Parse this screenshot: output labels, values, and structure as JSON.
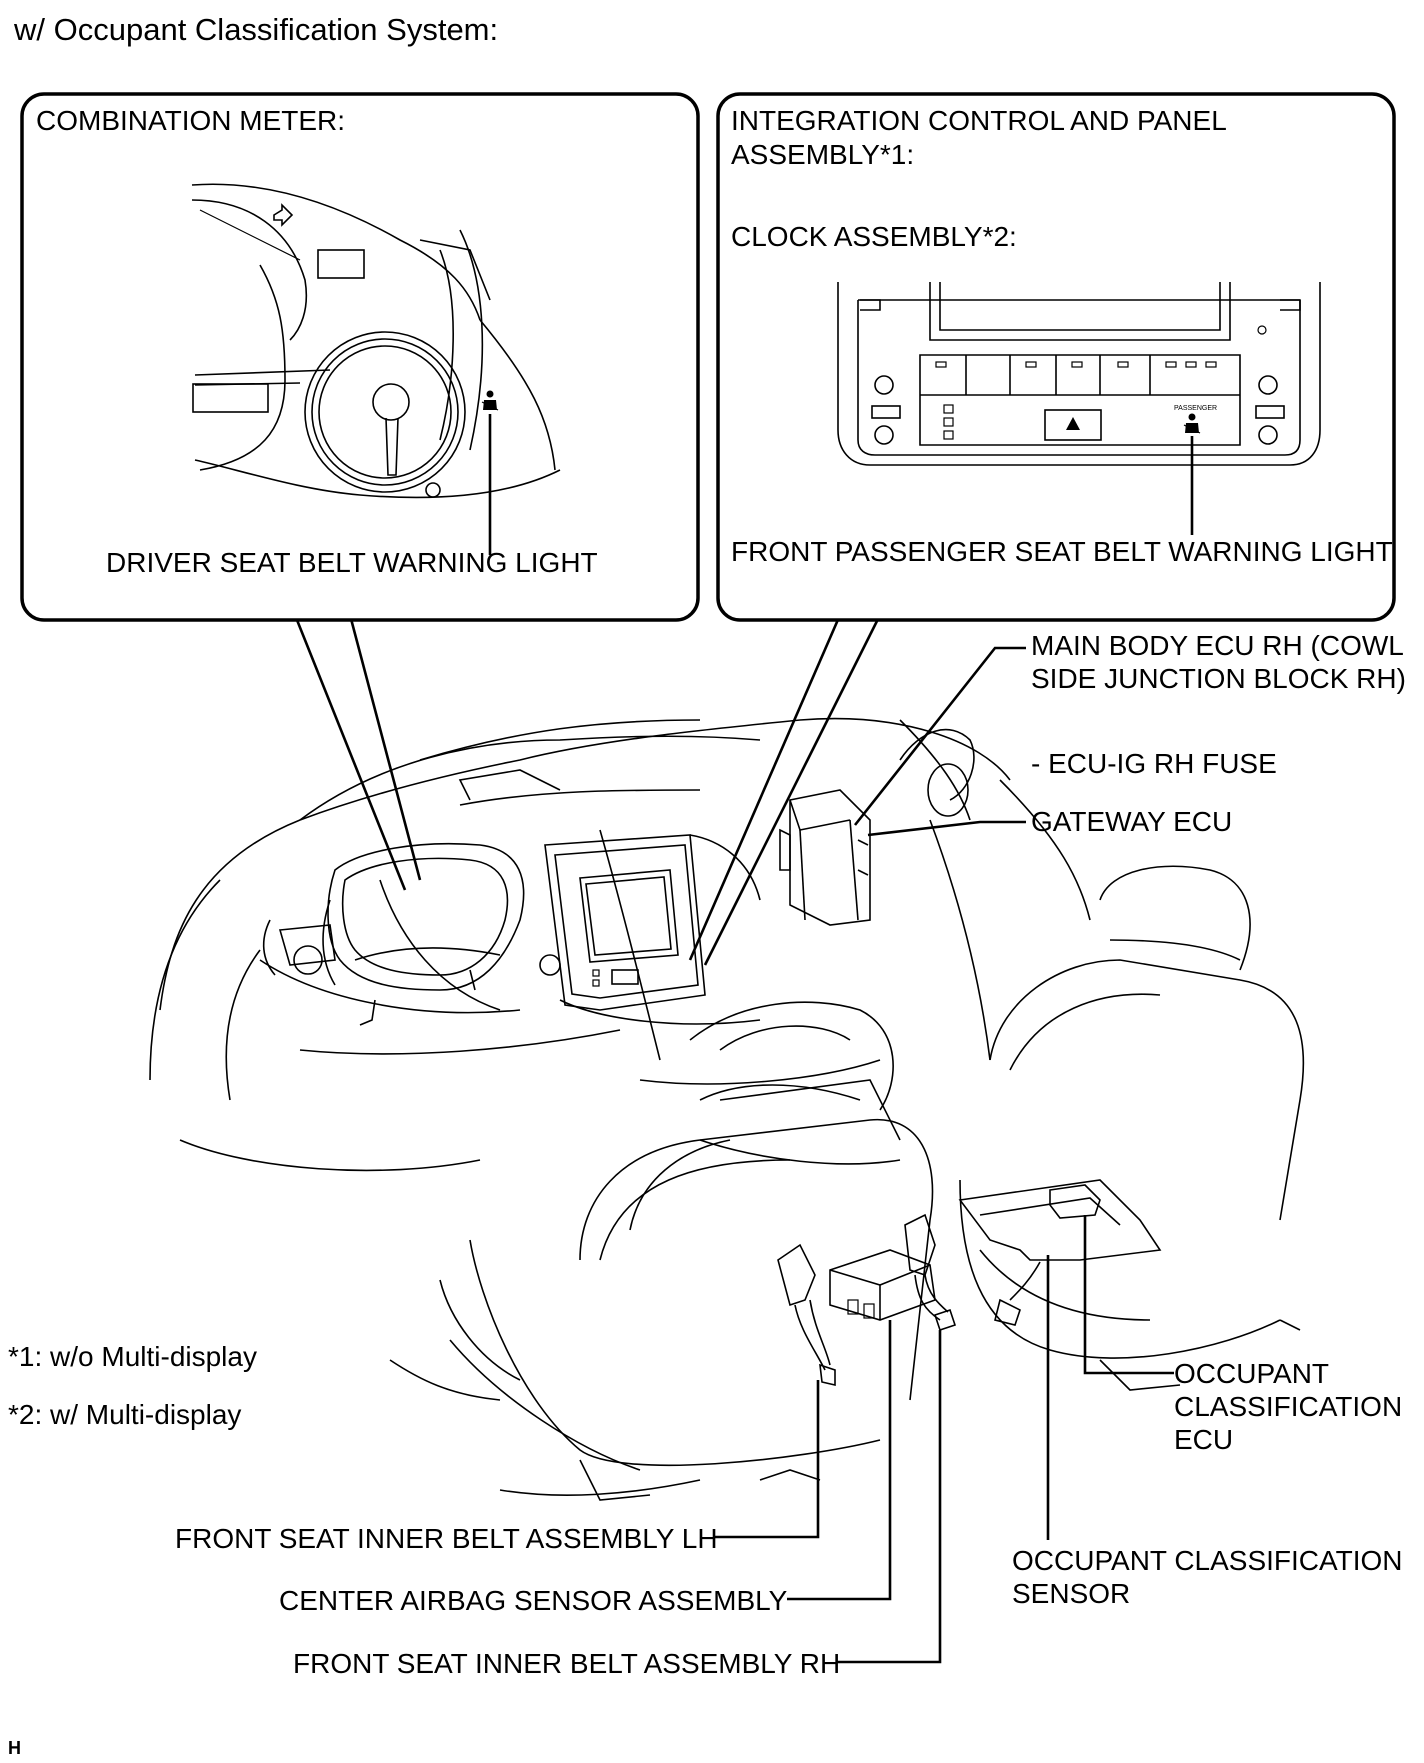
{
  "title": "w/ Occupant Classification System:",
  "callouts": {
    "combination_meter": {
      "heading": "COMBINATION METER:",
      "label": "DRIVER SEAT BELT WARNING LIGHT"
    },
    "integration_panel": {
      "heading_line1": "INTEGRATION CONTROL AND PANEL",
      "heading_line2": "ASSEMBLY*1:",
      "clock_heading": "CLOCK ASSEMBLY*2:",
      "label": "FRONT PASSENGER SEAT BELT WARNING LIGHT",
      "indicator_text": "PASSENGER"
    }
  },
  "labels": {
    "main_body_ecu_line1": "MAIN BODY ECU RH (COWL",
    "main_body_ecu_line2": "SIDE JUNCTION BLOCK RH)",
    "ecu_ig_fuse": "- ECU-IG RH FUSE",
    "gateway_ecu": "GATEWAY ECU",
    "occupant_ecu_line1": "OCCUPANT",
    "occupant_ecu_line2": "CLASSIFICATION",
    "occupant_ecu_line3": "ECU",
    "occupant_sensor_line1": "OCCUPANT CLASSIFICATION",
    "occupant_sensor_line2": "SENSOR",
    "belt_lh": "FRONT SEAT INNER BELT ASSEMBLY LH",
    "center_airbag": "CENTER AIRBAG SENSOR ASSEMBLY",
    "belt_rh": "FRONT SEAT INNER BELT ASSEMBLY RH"
  },
  "footnotes": {
    "note1": "*1: w/o Multi-display",
    "note2": "*2: w/ Multi-display"
  },
  "corner_mark": "H"
}
